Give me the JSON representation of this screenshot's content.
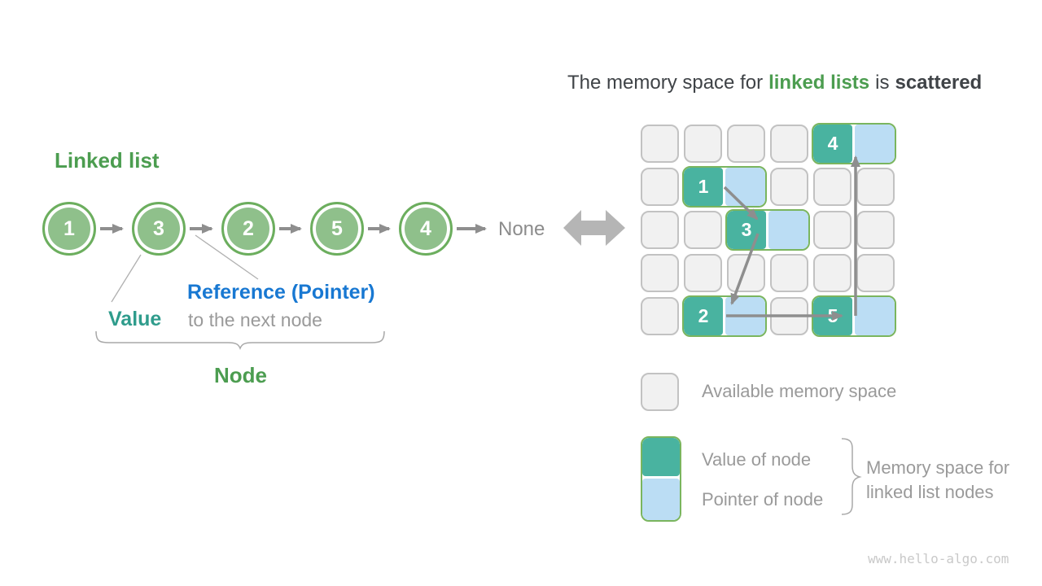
{
  "header": {
    "title_part1": "The memory space for",
    "title_highlight": "linked lists",
    "title_part2": "is",
    "title_part3": "scattered"
  },
  "linked_list": {
    "heading": "Linked list",
    "nodes": [
      "1",
      "3",
      "2",
      "5",
      "4"
    ],
    "terminator": "None",
    "labels": {
      "value": "Value",
      "reference": "Reference (Pointer)",
      "reference_sub": "to the next node",
      "node": "Node"
    }
  },
  "memory": {
    "grid": {
      "rows": 5,
      "cols": 6
    },
    "cells": [
      {
        "value": "4",
        "row": 0,
        "col": 4
      },
      {
        "value": "1",
        "row": 1,
        "col": 1
      },
      {
        "value": "3",
        "row": 2,
        "col": 2
      },
      {
        "value": "2",
        "row": 4,
        "col": 1
      },
      {
        "value": "5",
        "row": 4,
        "col": 4
      }
    ]
  },
  "legend": {
    "available": "Available memory space",
    "value_of_node": "Value of node",
    "pointer_of_node": "Pointer of node",
    "brace_label_line1": "Memory space for",
    "brace_label_line2": "linked list nodes"
  },
  "watermark": "www.hello-algo.com",
  "colors": {
    "green_text": "#4C9D50",
    "node_fill": "#8FC08B",
    "node_border": "#6CAE5E",
    "teal_cell": "#49B3A0",
    "pointer_cell": "#BBDDF4",
    "pair_border": "#7AB55E",
    "grid_cell_fill": "#F1F1F1",
    "grid_cell_border": "#C2C2C2",
    "arrow_gray": "#8E8E8E",
    "value_text": "#2F9C8C",
    "reference_text": "#1878D2",
    "muted_text": "#9A9A9A",
    "title_text": "#3F4347"
  }
}
